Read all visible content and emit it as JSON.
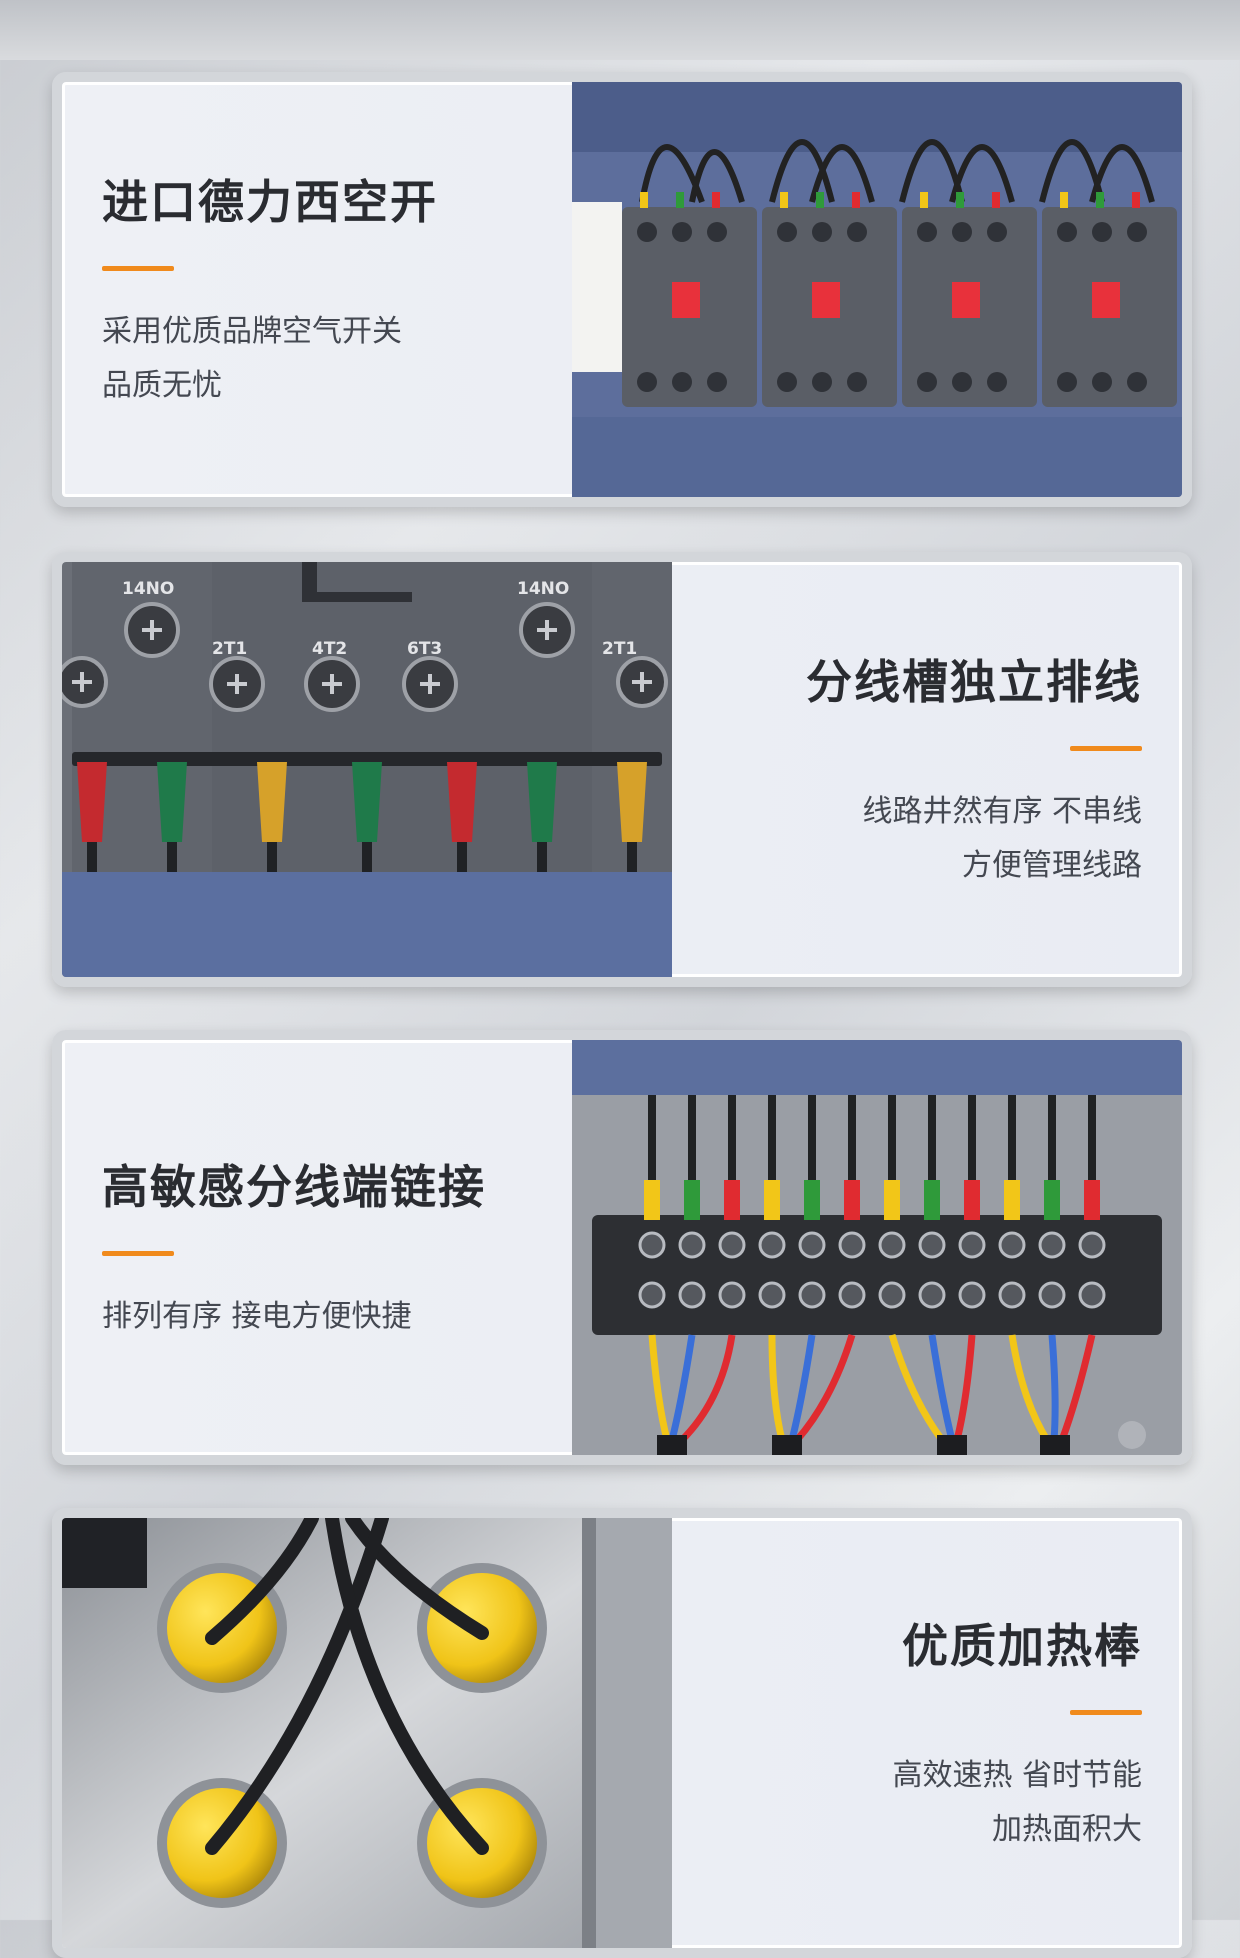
{
  "features": [
    {
      "title": "进口德力西空开",
      "lines": [
        "采用优质品牌空气开关",
        "品质无忧"
      ]
    },
    {
      "title": "分线槽独立排线",
      "lines": [
        "线路井然有序 不串线",
        "方便管理线路"
      ]
    },
    {
      "title": "高敏感分线端链接",
      "lines": [
        "排列有序 接电方便快捷"
      ]
    },
    {
      "title": "优质加热棒",
      "lines": [
        "高效速热 省时节能",
        "加热面积大"
      ]
    }
  ],
  "photo_labels": {
    "terminal_a": "14NO",
    "terminal_b": "2T1",
    "terminal_c": "4T2",
    "terminal_d": "6T3",
    "terminal_e": "14NO",
    "terminal_f": "2T1"
  },
  "colors": {
    "accent": "#f08a1c",
    "title": "#2a2c31",
    "panel_blue": "#5c6f9e",
    "contactor_gray": "#5a5e66"
  },
  "icons": [
    "contactor-image",
    "terminal-closeup-image",
    "terminal-block-image",
    "heater-rod-image"
  ]
}
